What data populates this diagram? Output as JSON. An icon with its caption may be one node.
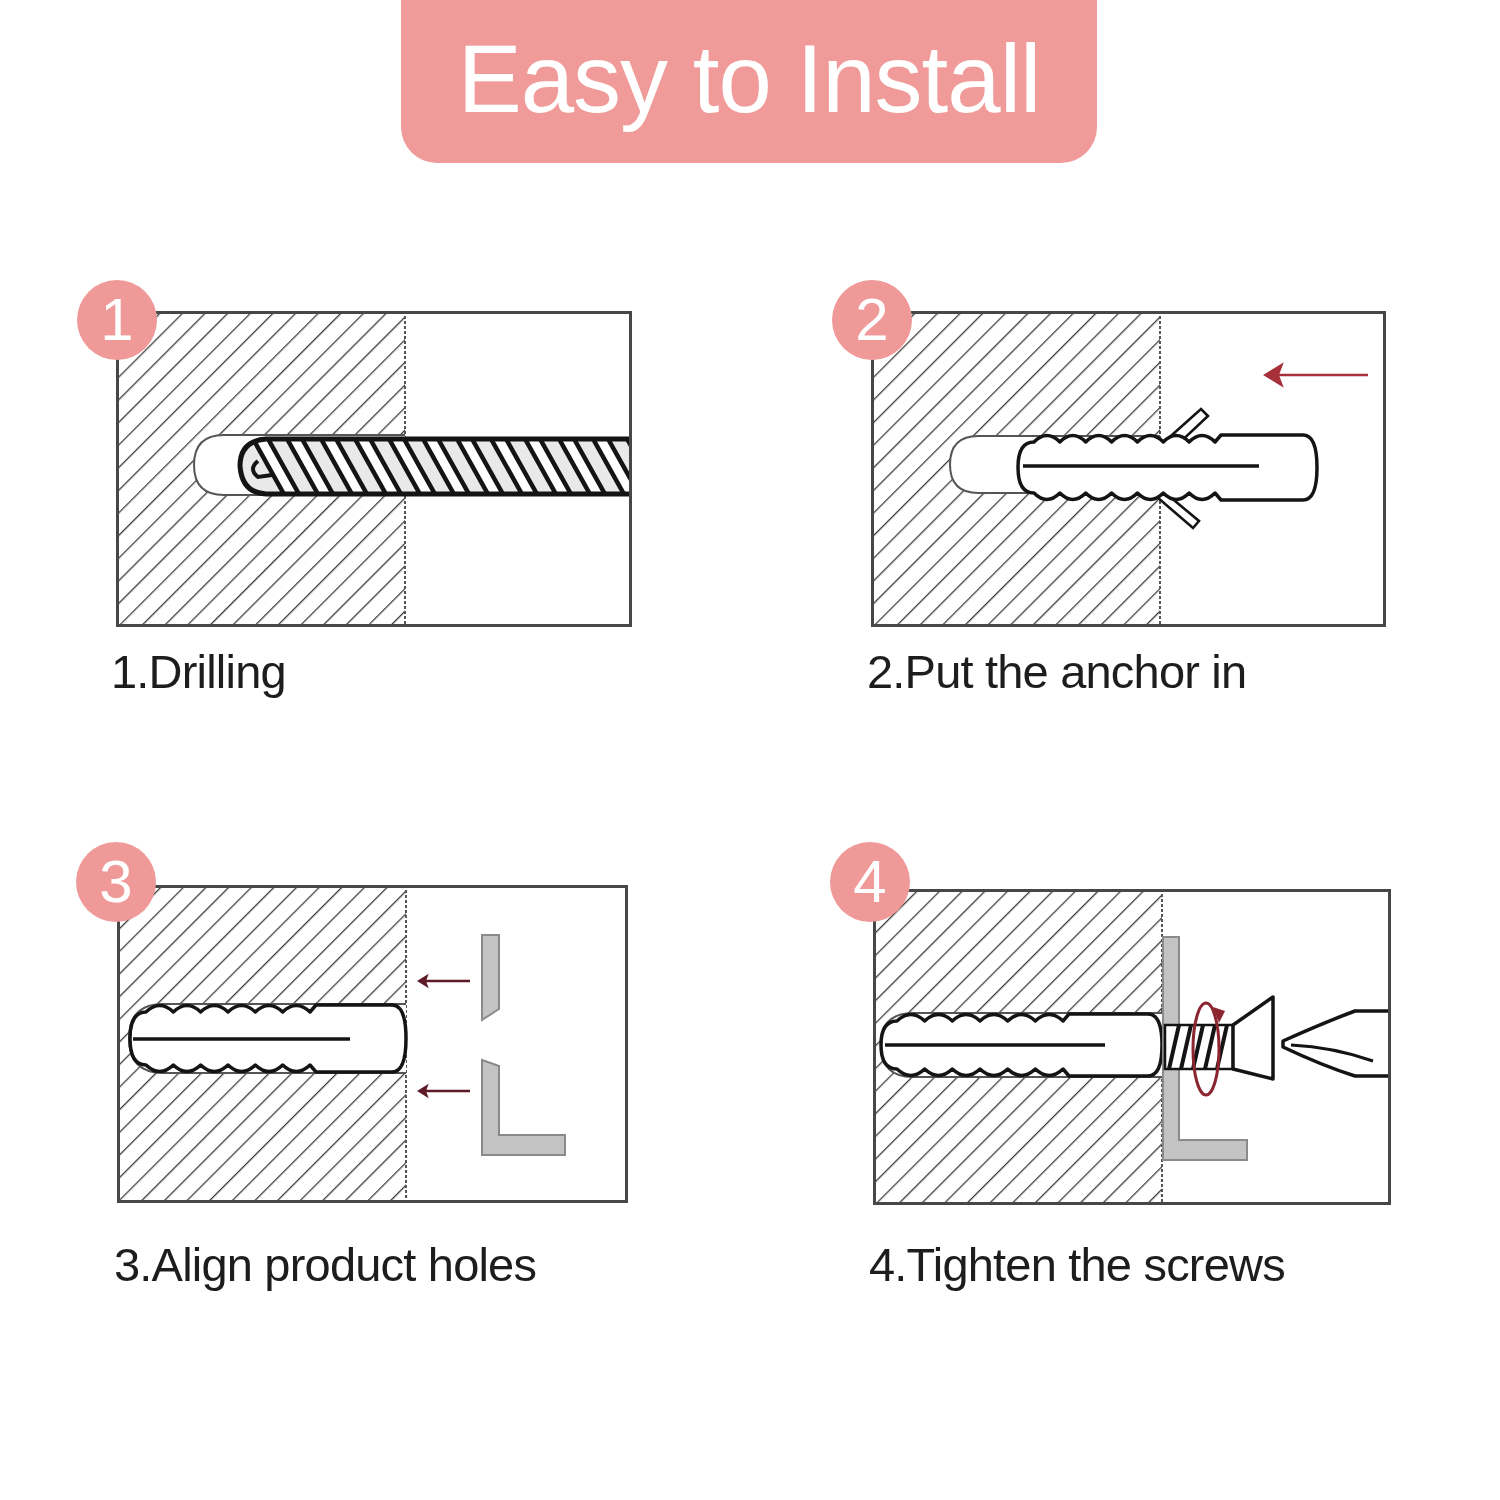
{
  "diagram": {
    "title": "Easy to Install",
    "nodes": [
      {
        "text": [
          "1"
        ]
      },
      {
        "text": [
          "2"
        ]
      },
      {
        "text": [
          "3"
        ]
      },
      {
        "text": [
          "4"
        ]
      }
    ],
    "labels": [
      "1.Drilling",
      "2.Put the anchor in",
      "3.Align product holes",
      "4.Tighten the screws"
    ]
  }
}
